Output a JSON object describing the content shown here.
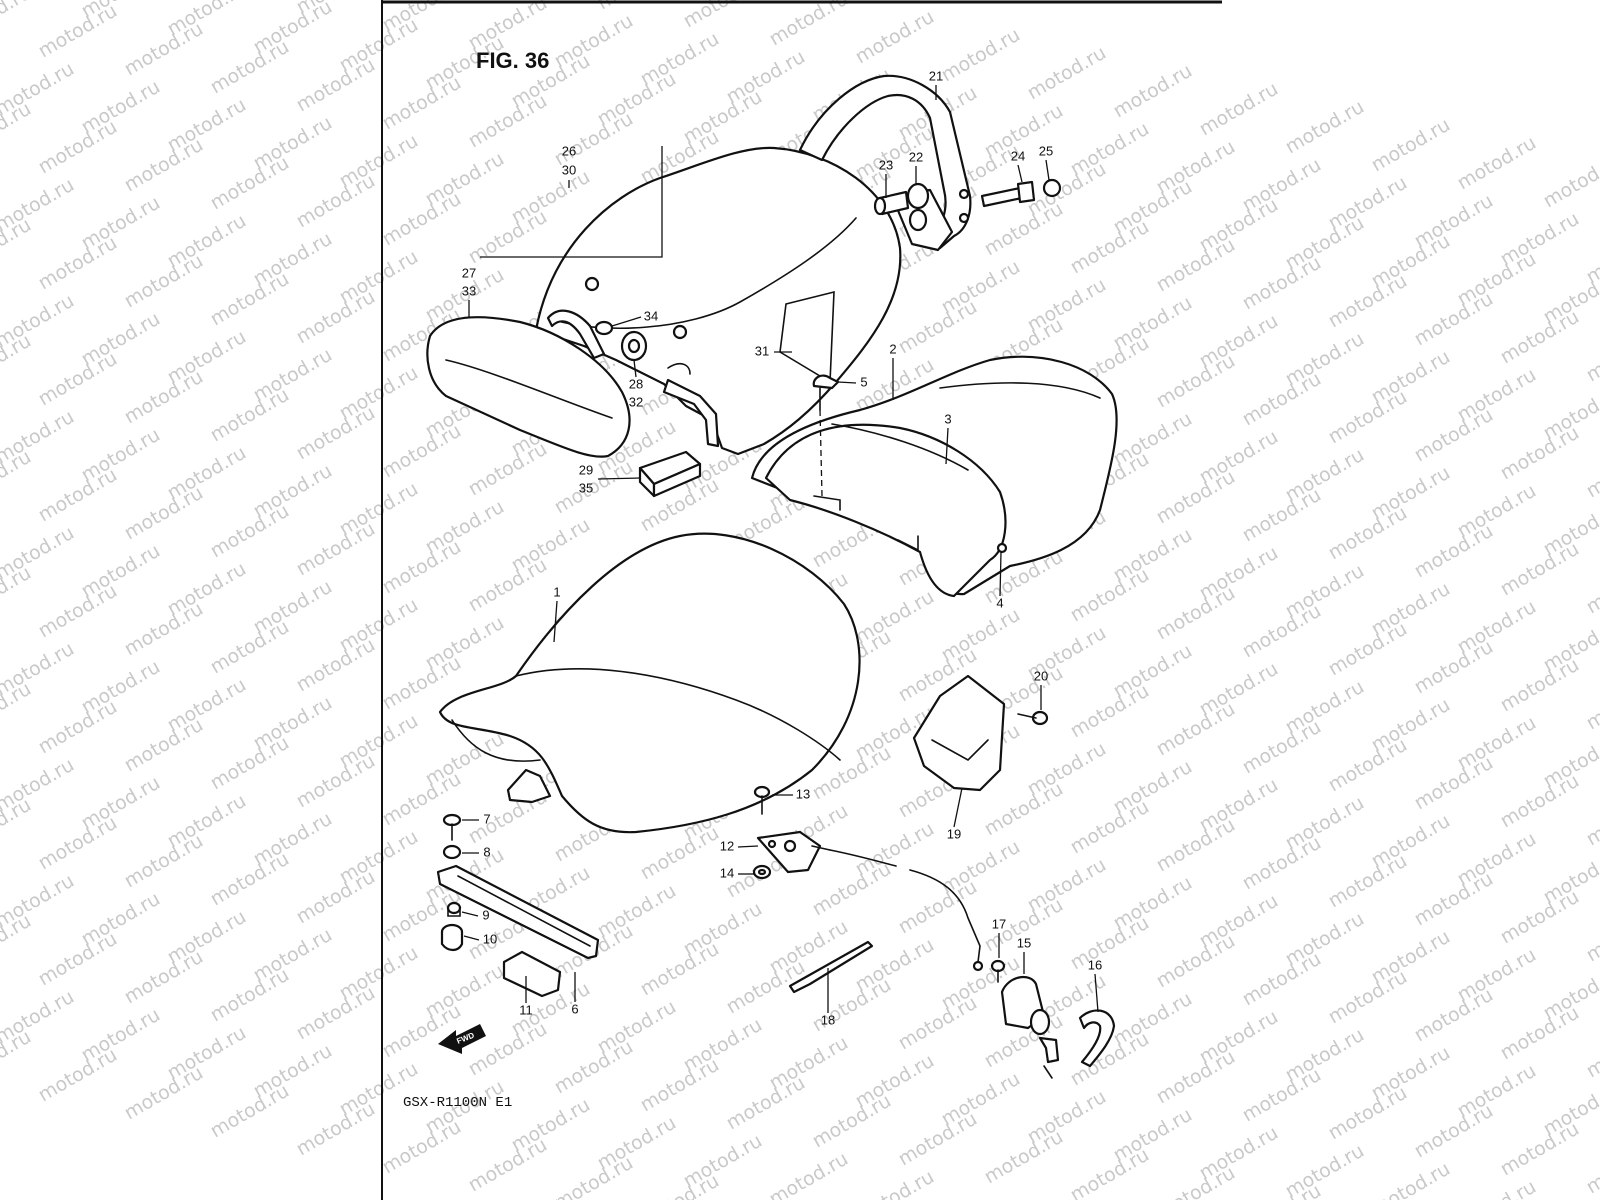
{
  "figure": {
    "title": "FIG. 36",
    "model": "GSX-R1100N E1"
  },
  "watermark": "motod.ru",
  "direction_indicator": "FWD",
  "callouts": [
    {
      "id": "1",
      "label": "1"
    },
    {
      "id": "2",
      "label": "2"
    },
    {
      "id": "3",
      "label": "3"
    },
    {
      "id": "4",
      "label": "4"
    },
    {
      "id": "5",
      "label": "5"
    },
    {
      "id": "6",
      "label": "6"
    },
    {
      "id": "7",
      "label": "7"
    },
    {
      "id": "8",
      "label": "8"
    },
    {
      "id": "9",
      "label": "9"
    },
    {
      "id": "10",
      "label": "10"
    },
    {
      "id": "11",
      "label": "11"
    },
    {
      "id": "12",
      "label": "12"
    },
    {
      "id": "13",
      "label": "13"
    },
    {
      "id": "14",
      "label": "14"
    },
    {
      "id": "15",
      "label": "15"
    },
    {
      "id": "16",
      "label": "16"
    },
    {
      "id": "17",
      "label": "17"
    },
    {
      "id": "18",
      "label": "18"
    },
    {
      "id": "19",
      "label": "19"
    },
    {
      "id": "20",
      "label": "20"
    },
    {
      "id": "21",
      "label": "21"
    },
    {
      "id": "22",
      "label": "22"
    },
    {
      "id": "23",
      "label": "23"
    },
    {
      "id": "24",
      "label": "24"
    },
    {
      "id": "25",
      "label": "25"
    },
    {
      "id": "26",
      "label": "26"
    },
    {
      "id": "27",
      "label": "27"
    },
    {
      "id": "28",
      "label": "28"
    },
    {
      "id": "29",
      "label": "29"
    },
    {
      "id": "30",
      "label": "30"
    },
    {
      "id": "31",
      "label": "31"
    },
    {
      "id": "32",
      "label": "32"
    },
    {
      "id": "33",
      "label": "33"
    },
    {
      "id": "34",
      "label": "34"
    },
    {
      "id": "35",
      "label": "35"
    }
  ]
}
